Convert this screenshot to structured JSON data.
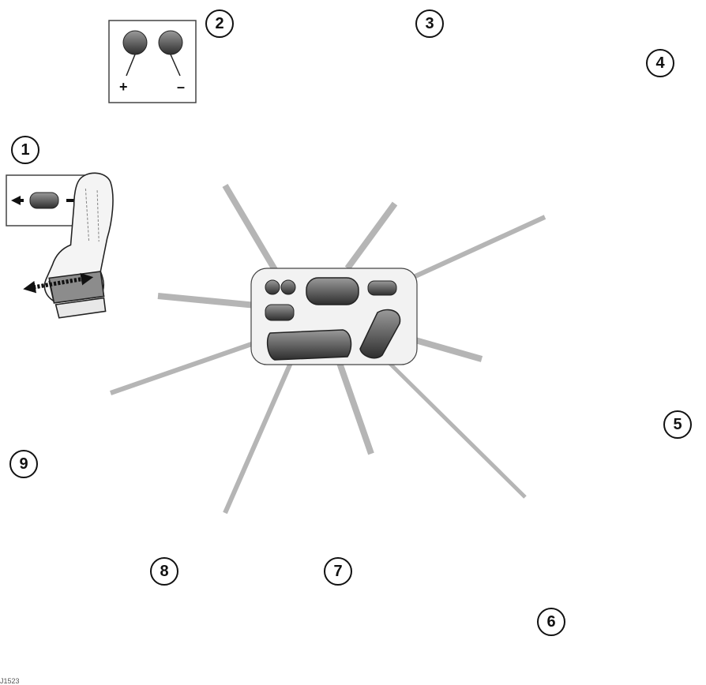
{
  "callouts": {
    "c1": "1",
    "c2": "2",
    "c3": "3",
    "c4": "4",
    "c5": "5",
    "c6": "6",
    "c7": "7",
    "c8": "8",
    "c9": "9"
  },
  "lumbar_signs": {
    "plus": "+",
    "minus": "–"
  },
  "image_ref": "J1523",
  "colors": {
    "line": "#222222",
    "seat_fill": "#f4f4f4",
    "seat_highlight": "#8c8c8c",
    "seat_dark": "#6e6e6e",
    "leader": "#b5b5b5",
    "control_dark": "#3c3c3c"
  }
}
